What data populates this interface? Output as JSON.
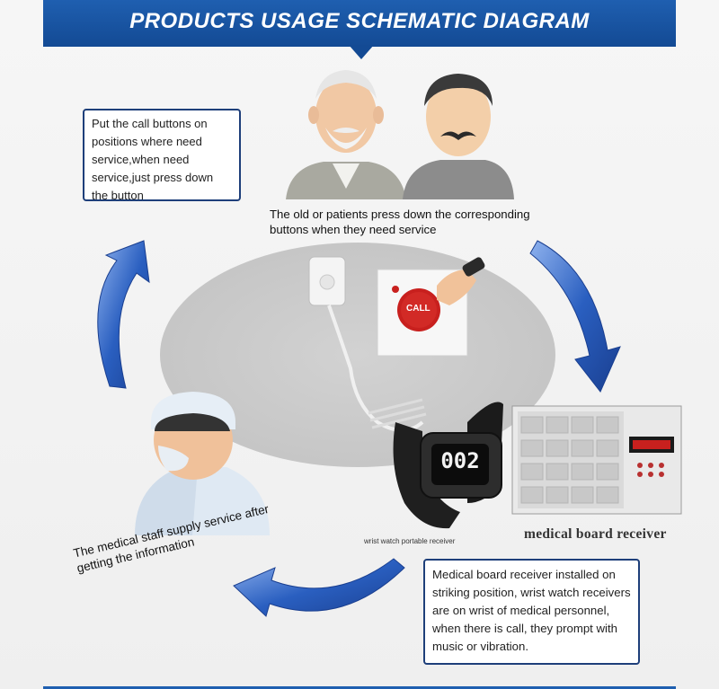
{
  "header": {
    "title": "PRODUCTS USAGE SCHEMATIC DIAGRAM"
  },
  "colors": {
    "banner": "#1a56a5",
    "arrow": "#2a5fc0",
    "box_border": "#1e3f7a",
    "call_button": "#c8201e"
  },
  "notes": {
    "call_buttons": "Put the call buttons on positions where need service,when need service,just press down the button",
    "patients": "The old or patients press down the corresponding buttons when they need service",
    "staff": "The medical staff supply service after getting the information",
    "receiver": "Medical board receiver installed on striking position, wrist watch receivers are on wrist of medical personnel, when there is call, they prompt with music or vibration."
  },
  "labels": {
    "call_button": "CALL",
    "watch_display": "002",
    "watch_receiver": "wrist watch portable receiver",
    "board_receiver": "medical board receiver"
  },
  "icons": [
    "elderly-man-icon",
    "mustache-man-icon",
    "pendant-call-button-icon",
    "call-button-box-icon",
    "hand-icon",
    "wrist-watch-icon",
    "board-receiver-icon",
    "nurse-icon",
    "curved-arrow-icon"
  ]
}
